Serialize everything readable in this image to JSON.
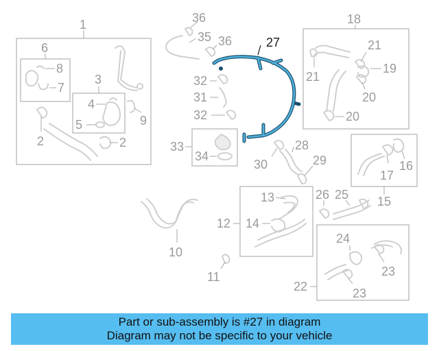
{
  "callouts": {
    "c1": "1",
    "c2a": "2",
    "c2b": "2",
    "c3": "3",
    "c4": "4",
    "c5": "5",
    "c6": "6",
    "c7": "7",
    "c8": "8",
    "c9": "9",
    "c10": "10",
    "c11": "11",
    "c12": "12",
    "c13": "13",
    "c14": "14",
    "c15": "15",
    "c16": "16",
    "c17": "17",
    "c18": "18",
    "c19": "19",
    "c20a": "20",
    "c20b": "20",
    "c21a": "21",
    "c21b": "21",
    "c22": "22",
    "c23a": "23",
    "c23b": "23",
    "c24": "24",
    "c25": "25",
    "c26": "26",
    "c27": "27",
    "c28": "28",
    "c29": "29",
    "c30": "30",
    "c31": "31",
    "c32a": "32",
    "c32b": "32",
    "c33": "33",
    "c34": "34",
    "c35": "35",
    "c36a": "36",
    "c36b": "36"
  },
  "colors": {
    "highlight": "#1b4f6e",
    "banner": "#56bdf0"
  },
  "banner": {
    "line1": "Part or sub-assembly is #27 in diagram",
    "line2": "Diagram may not be specific to your vehicle"
  }
}
